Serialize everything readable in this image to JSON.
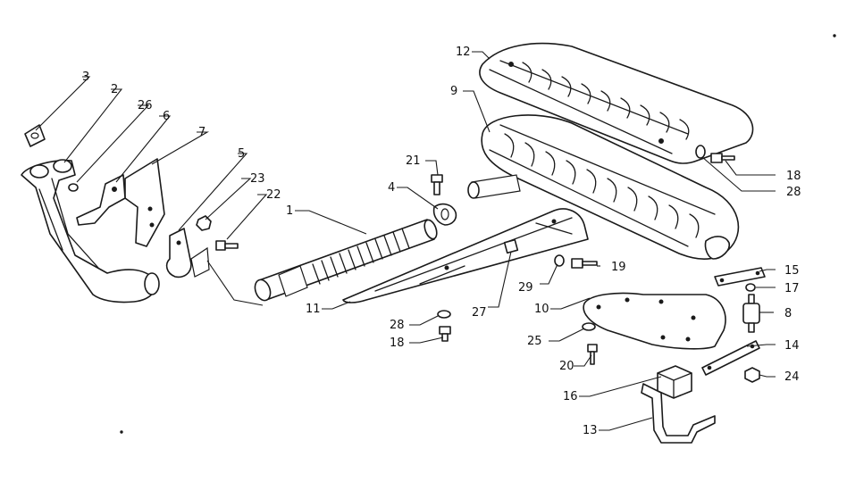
{
  "callouts": [
    {
      "id": "c1",
      "label": "1"
    },
    {
      "id": "c2",
      "label": "2"
    },
    {
      "id": "c3",
      "label": "3"
    },
    {
      "id": "c4",
      "label": "4"
    },
    {
      "id": "c5",
      "label": "5"
    },
    {
      "id": "c6",
      "label": "6"
    },
    {
      "id": "c7",
      "label": "7"
    },
    {
      "id": "c8",
      "label": "8"
    },
    {
      "id": "c9",
      "label": "9"
    },
    {
      "id": "c10",
      "label": "10"
    },
    {
      "id": "c11",
      "label": "11"
    },
    {
      "id": "c12",
      "label": "12"
    },
    {
      "id": "c13",
      "label": "13"
    },
    {
      "id": "c14",
      "label": "14"
    },
    {
      "id": "c15",
      "label": "15"
    },
    {
      "id": "c16",
      "label": "16"
    },
    {
      "id": "c17",
      "label": "17"
    },
    {
      "id": "c18a",
      "label": "18"
    },
    {
      "id": "c18b",
      "label": "18"
    },
    {
      "id": "c19",
      "label": "19"
    },
    {
      "id": "c20",
      "label": "20"
    },
    {
      "id": "c21",
      "label": "21"
    },
    {
      "id": "c22",
      "label": "22"
    },
    {
      "id": "c23",
      "label": "23"
    },
    {
      "id": "c24",
      "label": "24"
    },
    {
      "id": "c25",
      "label": "25"
    },
    {
      "id": "c26",
      "label": "26"
    },
    {
      "id": "c27",
      "label": "27"
    },
    {
      "id": "c28a",
      "label": "28"
    },
    {
      "id": "c28b",
      "label": "28"
    },
    {
      "id": "c29",
      "label": "29"
    }
  ]
}
